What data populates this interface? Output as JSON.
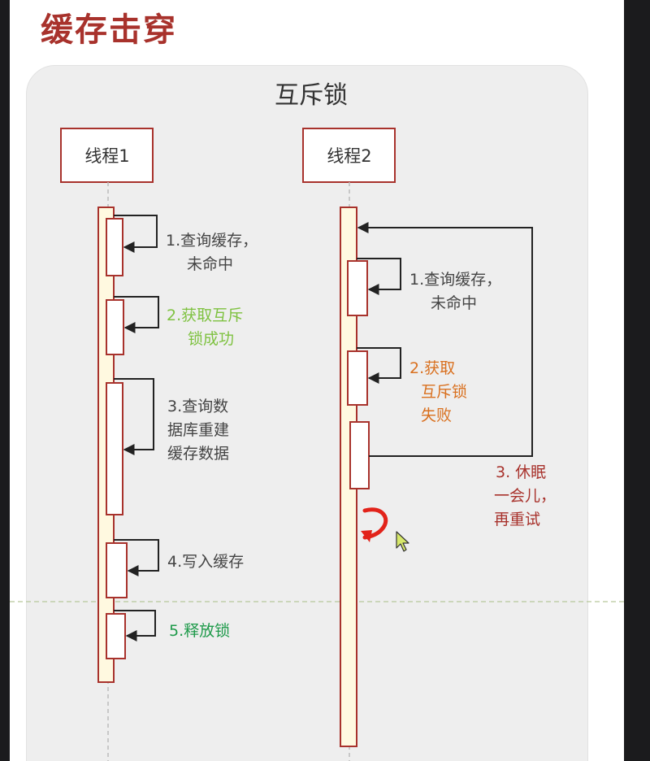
{
  "page_title": "缓存击穿",
  "diagram": {
    "title": "互斥锁",
    "thread1": {
      "label": "线程1",
      "steps": {
        "s1": [
          "1.查询缓存，",
          "未命中"
        ],
        "s2": [
          "2.获取互斥",
          "锁成功"
        ],
        "s3": [
          "3.查询数",
          "据库重建",
          "缓存数据"
        ],
        "s4": [
          "4.写入缓存"
        ],
        "s5": [
          "5.释放锁"
        ]
      }
    },
    "thread2": {
      "label": "线程2",
      "steps": {
        "s1": [
          "1.查询缓存，",
          "未命中"
        ],
        "s2": [
          "2.获取",
          "互斥锁",
          "失败"
        ],
        "s3": [
          "3. 休眠",
          "一会儿，",
          "再重试"
        ]
      }
    },
    "colors": {
      "box_border": "#a8322c",
      "lifeline_fill": "#fff9e0",
      "text_default": "#444444",
      "success_light": "#7fc241",
      "success": "#1e9a4a",
      "fail": "#d9701f",
      "retry": "#a8322c"
    },
    "icons": [
      "retry-arrow-icon",
      "mouse-cursor-icon"
    ]
  }
}
